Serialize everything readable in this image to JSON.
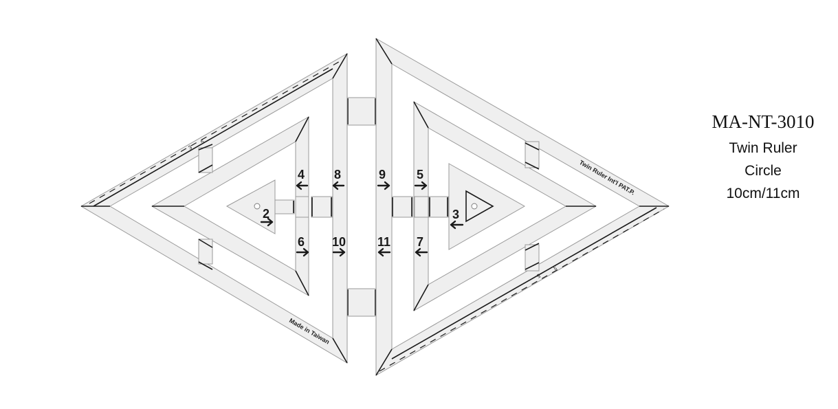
{
  "product": {
    "code": "MA-NT-3010",
    "name_line1": "Twin Ruler",
    "name_line2": "Circle",
    "size": "10cm/11cm"
  },
  "ruler": {
    "engravings": {
      "left_bottom": "Made in Taiwan",
      "right_top": "Twin Ruler   Int'l PAT.P.",
      "left_scale_a": "3",
      "left_scale_b": "5",
      "right_scale_a": "3",
      "right_scale_b": "5"
    },
    "step_labels": [
      {
        "n": "2",
        "dir": "right"
      },
      {
        "n": "3",
        "dir": "left"
      },
      {
        "n": "4",
        "dir": "left"
      },
      {
        "n": "5",
        "dir": "right"
      },
      {
        "n": "6",
        "dir": "right"
      },
      {
        "n": "7",
        "dir": "left"
      },
      {
        "n": "8",
        "dir": "left"
      },
      {
        "n": "9",
        "dir": "right"
      },
      {
        "n": "10",
        "dir": "right"
      },
      {
        "n": "11",
        "dir": "left"
      }
    ],
    "colors": {
      "plastic": "#efefef",
      "outline": "#9a9a9a",
      "ink": "#1a1a1a",
      "background": "#ffffff"
    }
  }
}
